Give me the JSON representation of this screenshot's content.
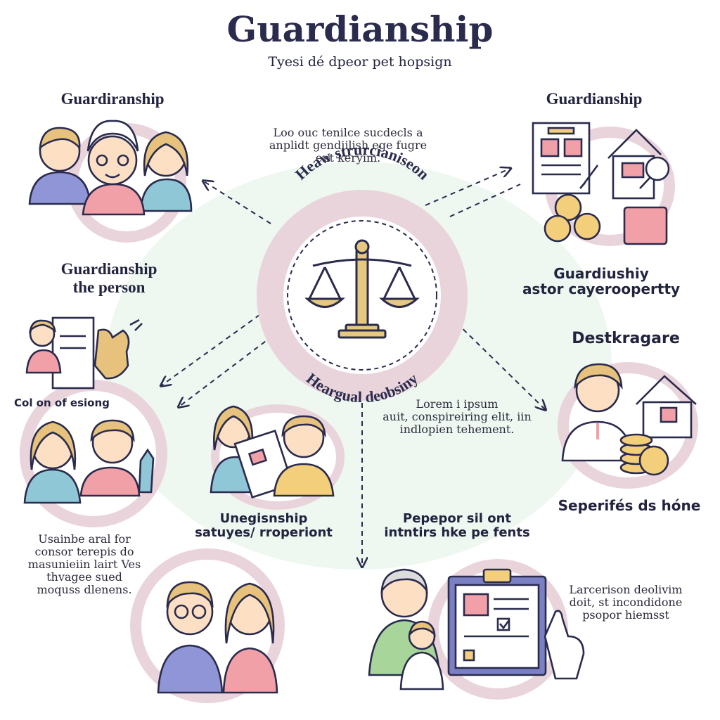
{
  "header": {
    "title": "Guardianship",
    "subtitle": "Tyesi dé dpeor pet hopsign"
  },
  "center": {
    "top_arc_label": "Heaw strurcianiseon",
    "bottom_arc_label": "Heargual deobsiny"
  },
  "nodes": {
    "top_left": {
      "heading": "Guardiranship"
    },
    "top_right": {
      "heading": "Guardianship"
    },
    "person": {
      "heading_line1": "Guardianship",
      "heading_line2": "the person"
    },
    "property": {
      "heading_line1": "Guardiushiy",
      "heading_line2": "astor cayeroopertty"
    },
    "collaboration": {
      "heading": "Col on of esiong"
    },
    "destination": {
      "heading": "Destkragare"
    },
    "separates": {
      "heading": "Seperifés ds hóne"
    },
    "unegisnship": {
      "heading_line1": "Unegisnship",
      "heading_line2": "satuyes/ rroperiont"
    },
    "pepepor": {
      "heading_line1": "Pepepor sil ont",
      "heading_line2": "intntirs hke pe fents"
    }
  },
  "paragraphs": {
    "top_center": [
      "Loo ouc tenilce sucdecls a",
      "anplidt gendiilish ege fugre",
      "ent keryim."
    ],
    "mid_right": [
      "Lorem i ipsum",
      "auit, conspireiring elit, iin",
      "indlopien tehement."
    ],
    "bottom_left": [
      "Usainbe aral for",
      "consor terepis do",
      "masunieiin lairt Ves",
      "thvagee sued",
      "moquss dlenens."
    ],
    "bottom_right": [
      "Larcerison deolivim",
      "doit, st incondidone",
      "psopor hiemsst"
    ]
  },
  "colors": {
    "ring": "#ead4dc",
    "ink": "#2a2b4d",
    "scale_gold": "#e6c97e",
    "background_tint": "#eef7f0",
    "blue_shirt": "#8f95d6",
    "pink_shirt": "#f2a0a8",
    "skin": "#fde0c4",
    "hair_gold": "#e7c27c",
    "coin": "#f3cf7b"
  },
  "icons": [
    "scales-of-justice-icon",
    "family-icon",
    "document-icon",
    "house-icon",
    "coins-icon",
    "wallet-icon",
    "magnifier-icon",
    "clipboard-icon",
    "hand-pointer-icon",
    "handshake-icon"
  ]
}
